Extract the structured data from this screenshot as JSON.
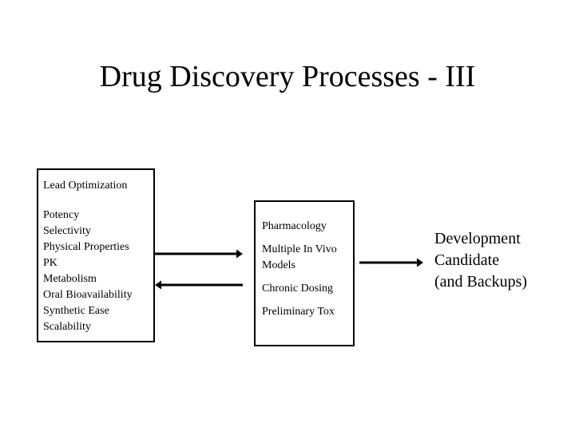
{
  "slide": {
    "title": "Drug Discovery Processes - III",
    "background_color": "#ffffff",
    "text_color": "#000000"
  },
  "lead_optimization_box": {
    "header": "Lead Optimization",
    "items": [
      "Potency",
      "Selectivity",
      "Physical Properties",
      "PK",
      "Metabolism",
      "Oral Bioavailability",
      "Synthetic Ease",
      "Scalability"
    ]
  },
  "pharmacology_box": {
    "items": [
      "Pharmacology",
      "Multiple In Vivo Models",
      "Chronic Dosing",
      "Preliminary Tox"
    ]
  },
  "development_candidate": {
    "lines": [
      "Development",
      "Candidate",
      "(and Backups)"
    ]
  },
  "arrows": {
    "lead_to_pharmacology": "right-arrow",
    "pharmacology_to_lead": "left-arrow",
    "pharmacology_to_candidate": "right-arrow"
  }
}
